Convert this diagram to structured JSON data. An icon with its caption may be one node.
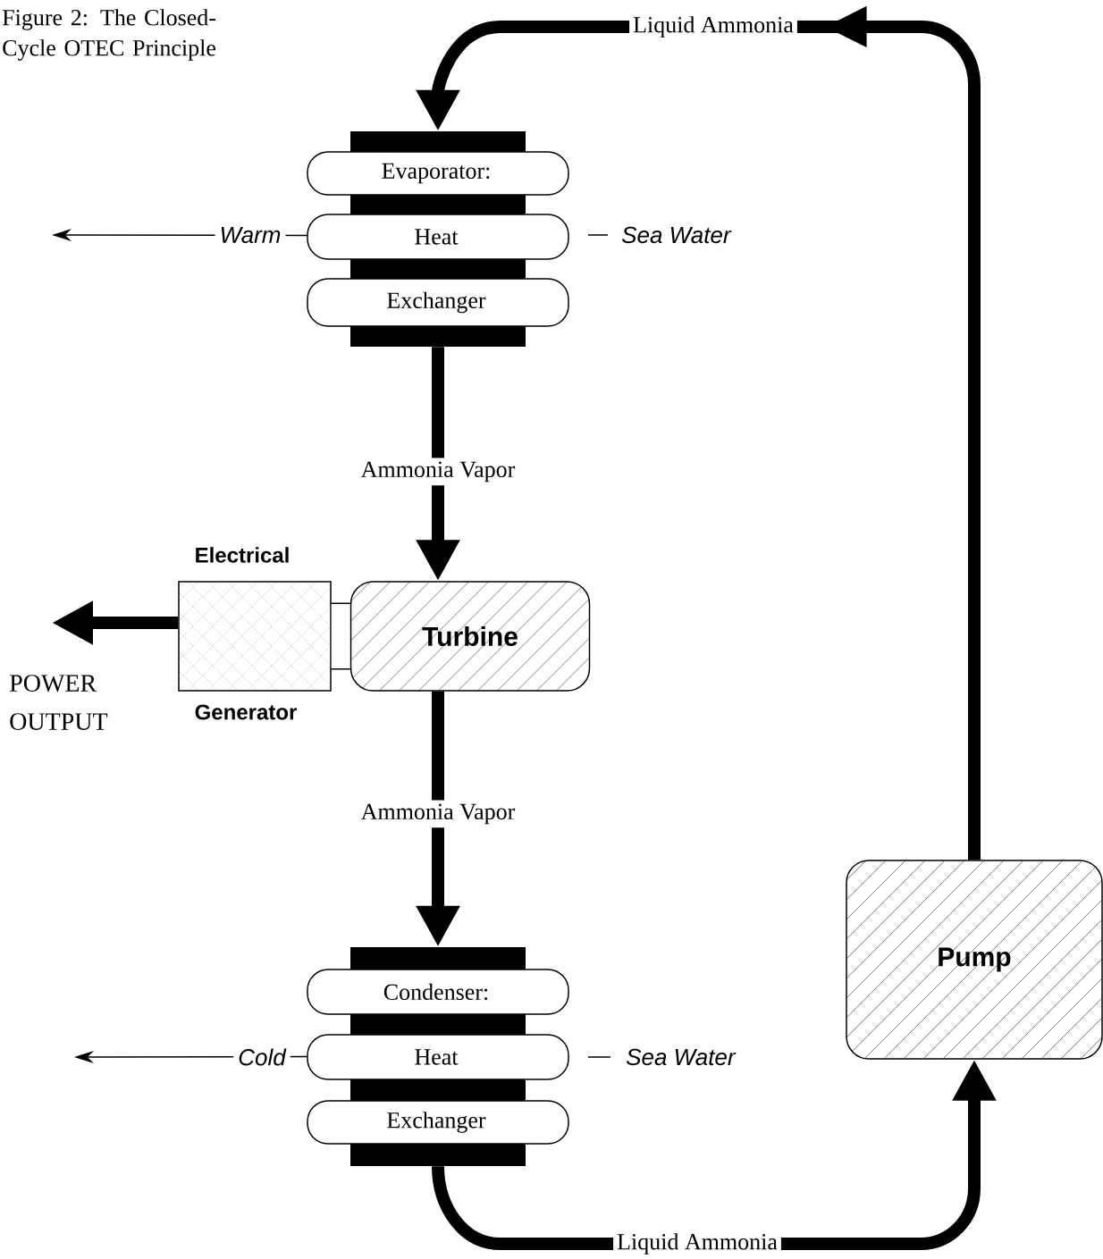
{
  "diagram": {
    "title": "Figure 2: The Closed-Cycle OTEC Principle",
    "nodes": [
      {
        "text": [
          "Evaporator:",
          "Heat",
          "Exchanger"
        ],
        "beside": [
          "Warm",
          "Sea Water"
        ]
      },
      {
        "text": [
          "Turbine"
        ]
      },
      {
        "text": [
          "Electrical",
          "Generator"
        ]
      },
      {
        "text": [
          "Condenser:",
          "Heat",
          "Exchanger"
        ],
        "beside": [
          "Cold"
        ]
      },
      {
        "text": [
          "Pump"
        ]
      }
    ],
    "edges": [
      {
        "from": 0,
        "to": 1,
        "arrow": "to",
        "label": "Ammonia Vapor"
      },
      {
        "from": 1,
        "to": 3,
        "arrow": "to",
        "label": "Ammonia Vapor"
      },
      {
        "from": 3,
        "to": 4,
        "arrow": "to",
        "label": "Liquid Ammonia"
      },
      {
        "from": 4,
        "to": 0,
        "arrow": "to",
        "label": "Liquid Ammonia"
      },
      {
        "from": 1,
        "to": 2,
        "arrow": "none",
        "style": "thick"
      },
      {
        "from": 2,
        "to": null,
        "arrow": "to"
      },
      {
        "from": 0,
        "to": null,
        "arrow": "to"
      },
      {
        "from": 3,
        "to": null,
        "arrow": "to"
      }
    ],
    "labels": [
      "POWER OUTPUT",
      "Sea Water"
    ]
  }
}
